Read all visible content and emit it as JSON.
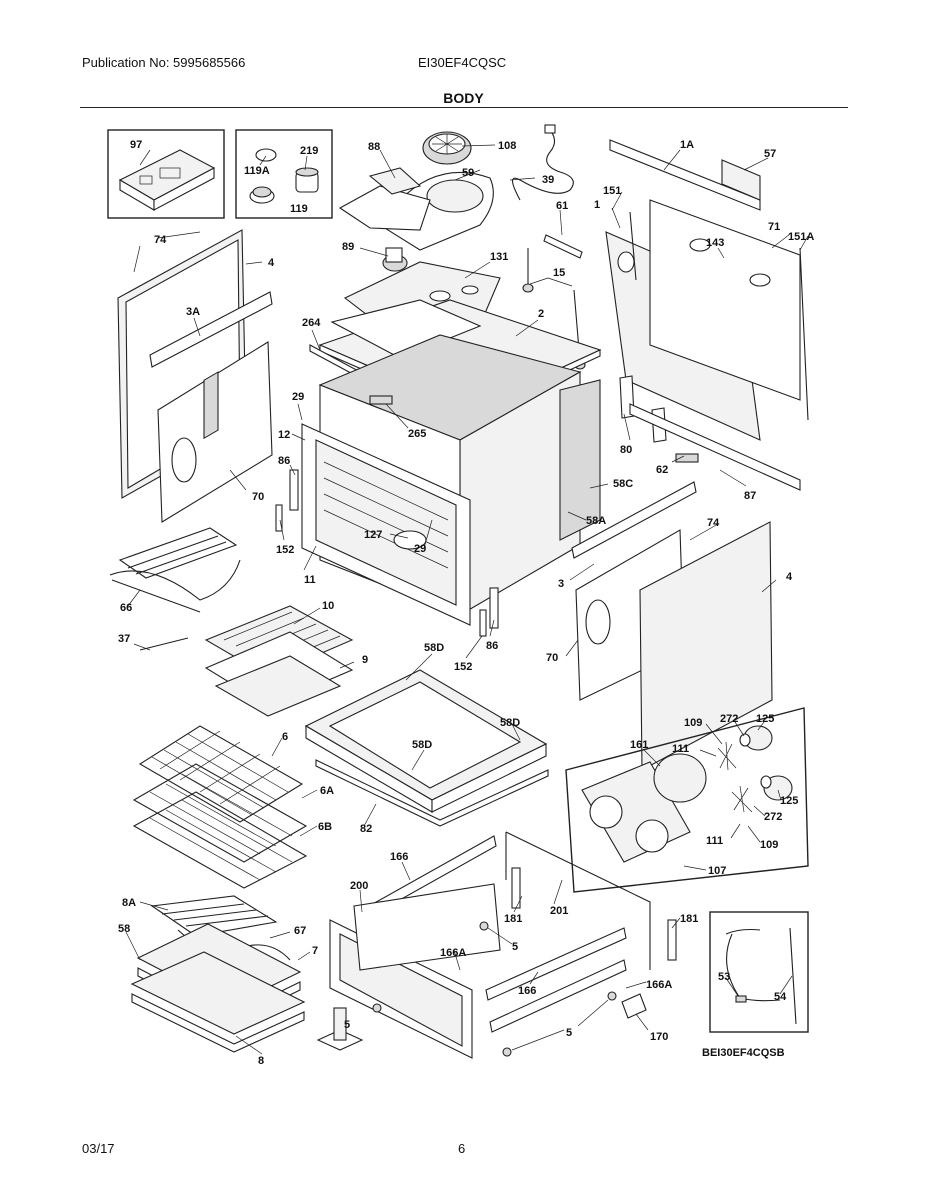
{
  "header": {
    "publication": "Publication No: 5995685566",
    "model": "EI30EF4CQSC",
    "section_title": "BODY"
  },
  "footer": {
    "date": "03/17",
    "page": "6"
  },
  "diagram": {
    "code": "BEI30EF4CQSB",
    "labels": {
      "l97": "97",
      "l119A": "119A",
      "l219": "219",
      "l119": "119",
      "l88": "88",
      "l108": "108",
      "l59": "59",
      "l39": "39",
      "l1A": "1A",
      "l57": "57",
      "l151": "151",
      "l1": "1",
      "l61": "61",
      "l71": "71",
      "l151A": "151A",
      "l143": "143",
      "l74a": "74",
      "l4a": "4",
      "l89": "89",
      "l131": "131",
      "l15": "15",
      "l3A": "3A",
      "l264": "264",
      "l2": "2",
      "l29a": "29",
      "l265": "265",
      "l12": "12",
      "l80": "80",
      "l86a": "86",
      "l70a": "70",
      "l62": "62",
      "l87": "87",
      "l58C": "58C",
      "l58A": "58A",
      "l74b": "74",
      "l127": "127",
      "l29b": "29",
      "l152a": "152",
      "l66": "66",
      "l11": "11",
      "l3": "3",
      "l4b": "4",
      "l10": "10",
      "l37": "37",
      "l58Da": "58D",
      "l86b": "86",
      "l9": "9",
      "l152b": "152",
      "l70b": "70",
      "l58Db": "58D",
      "l109a": "109",
      "l272a": "272",
      "l125a": "125",
      "l6": "6",
      "l58Dc": "58D",
      "l161": "161",
      "l111a": "111",
      "l6A": "6A",
      "l125b": "125",
      "l272b": "272",
      "l6B": "6B",
      "l82": "82",
      "l111b": "111",
      "l109b": "109",
      "l166a": "166",
      "l107": "107",
      "l200": "200",
      "l8A": "8A",
      "l181a": "181",
      "l201": "201",
      "l181b": "181",
      "l58": "58",
      "l67": "67",
      "l5a": "5",
      "l7": "7",
      "l166Aa": "166A",
      "l166b": "166",
      "l53": "53",
      "l166Ab": "166A",
      "l54": "54",
      "l5b": "5",
      "l5c": "5",
      "l170": "170",
      "l8": "8"
    }
  }
}
